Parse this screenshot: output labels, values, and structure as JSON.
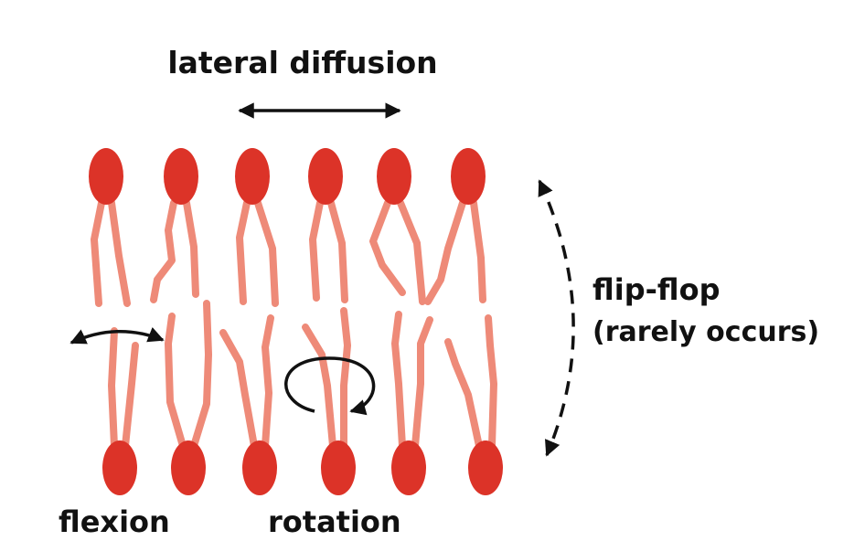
{
  "labels": {
    "lateral_diffusion": "lateral diffusion",
    "flip_flop": "flip-flop",
    "flip_flop_note": "(rarely occurs)",
    "flexion": "flexion",
    "rotation": "rotation"
  },
  "colors": {
    "head_group": "#dc3328",
    "tail": "#ee8a78",
    "arrow": "#111111",
    "text": "#111111"
  }
}
